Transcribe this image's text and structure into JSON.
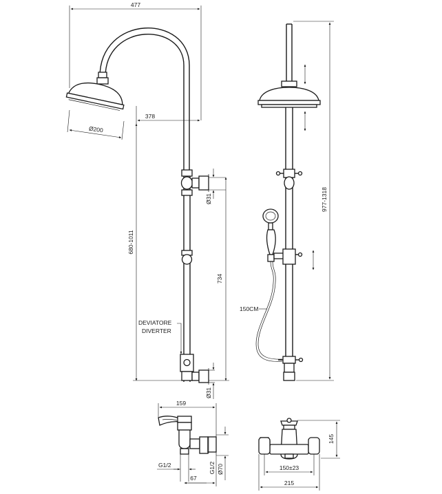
{
  "labels": {
    "dim_477": "477",
    "dim_378": "378",
    "dim_200": "Ø200",
    "dim_31_top": "Ø31",
    "dim_31_bottom": "Ø31",
    "dim_680_1011": "680-1011",
    "dim_734": "734",
    "dim_977_1318": "977-1318",
    "diverter_it": "DEVIATORE",
    "diverter_en": "DIVERTER",
    "hose": "150CM",
    "dim_159": "159",
    "dim_g12_left": "G1/2",
    "dim_67": "67",
    "dim_g12_mid": "G1/2",
    "dim_70": "Ø70",
    "dim_145": "145",
    "dim_150_23": "150±23",
    "dim_215": "215"
  },
  "colors": {
    "line": "#1a1a1a",
    "background": "#ffffff"
  }
}
